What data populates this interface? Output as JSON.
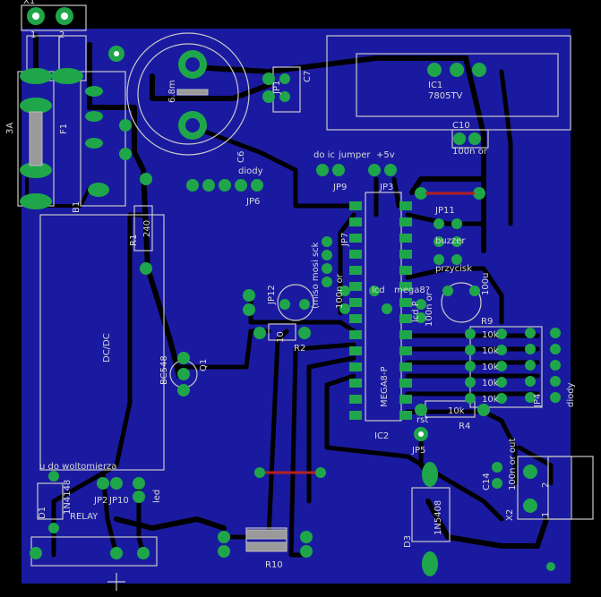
{
  "board": {
    "colors": {
      "background": "#000000",
      "copper": "#1a1aa0",
      "pad": "#1fa64a",
      "silk": "#c8c8c8",
      "jumper": "#b22222",
      "trace": "#000000"
    }
  },
  "labels": {
    "x1": "X1",
    "x1_pin1": "1",
    "x1_pin2": "2",
    "fuse_rating": "3A",
    "f1": "F1",
    "b1": "B1",
    "c6_value": "6.8m",
    "c6": "C6",
    "c7": "C7",
    "jp_small": "JP1",
    "ic1": "IC1",
    "ic1_value": "7805TV",
    "c10": "C10",
    "c10_value": "100n or",
    "do_ic": "do ic",
    "jumper": "jumper",
    "plus5v": "+5v",
    "jp9": "JP9",
    "jp3": "JP3",
    "diody": "diody",
    "jp6": "JP6",
    "r1": "R1",
    "r1_value": "240",
    "dcdc": "DC/DC",
    "q1": "Q1",
    "q1_value": "BC548",
    "jp12": "JP12",
    "r2": "R2",
    "r2_value": "10",
    "jp7": "JP7",
    "jp7_desc": "(miso mosi sck",
    "c_prog": "100n or",
    "lcd": "lcd",
    "mcu": "mega8?",
    "lcd_p": "lcd P",
    "ic2_value": "MEGA8-P",
    "ic2": "IC2",
    "jp11": "JP11",
    "buzzer": "buzzer",
    "przycisk": "przycisk",
    "c_100u": "100u",
    "cap_100n_mid": "100n or",
    "r9": "R9",
    "r_10k": "10k",
    "diody_right": "diody",
    "jp4": "JP4",
    "r4": "R4",
    "r4_value": "10k",
    "rst": "rst",
    "jp5": "JP5",
    "do_woltomierza": "u do woltomierza",
    "jp2": "JP2",
    "jp10": "JP10",
    "relay": "RELAY",
    "d1": "D1",
    "d1_value": "1N4148",
    "led": "led",
    "r10": "R10",
    "d3": "D3",
    "d3_value": "1N5408",
    "c14": "C14",
    "c14_value": "100n or out",
    "x2": "X2",
    "x2_pin1": "1",
    "x2_pin2": "2"
  }
}
